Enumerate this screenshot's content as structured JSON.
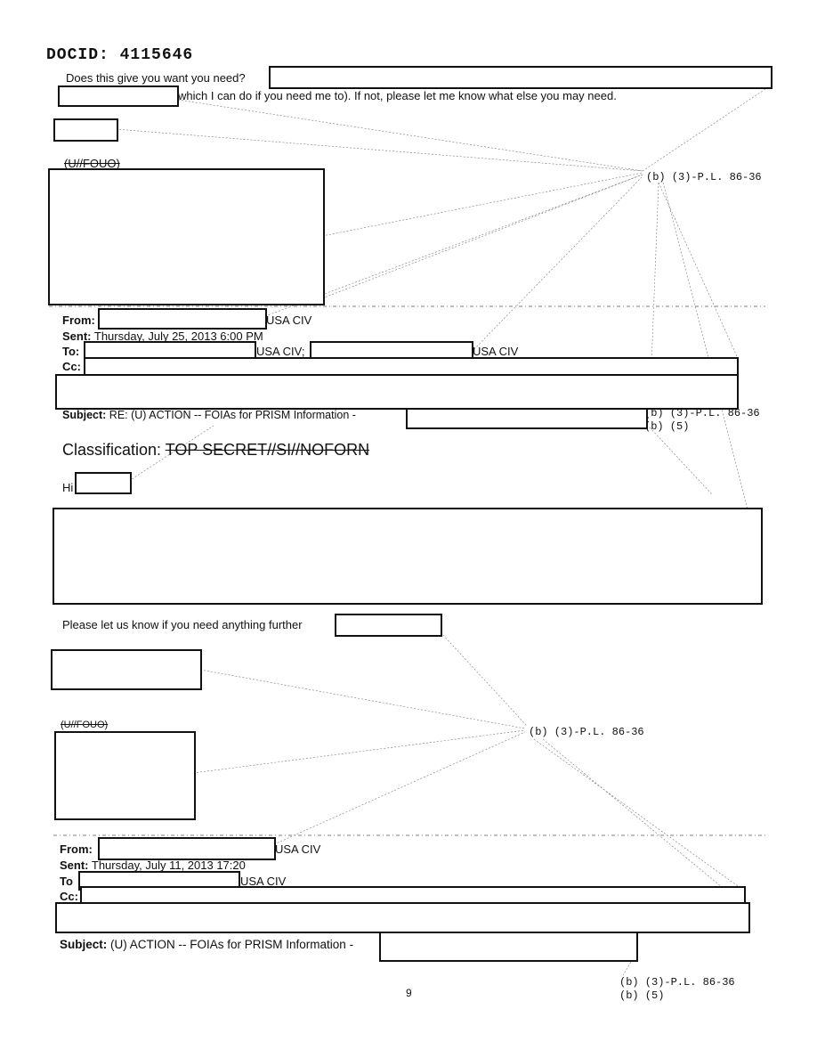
{
  "docid": "DOCID:  4115646",
  "top_email": {
    "question": "Does this give you want you need?",
    "followup": "which I can do if you need me to).  If not, please let me know what else you may need.",
    "marking": "(U//FOUO)"
  },
  "exemptions": {
    "e1": "(b) (3)-P.L. 86-36",
    "e2_line1": "(b) (3)-P.L. 86-36",
    "e2_line2": "(b) (5)",
    "e3": "(b) (3)-P.L. 86-36",
    "e4_line1": "(b) (3)-P.L. 86-36",
    "e4_line2": "(b) (5)"
  },
  "header1": {
    "from_label": "From:",
    "from_suffix": "USA CIV",
    "sent_label": "Sent:",
    "sent_value": "Thursday, July 25, 2013 6:00 PM",
    "to_label": "To:",
    "to_suffix1": "USA CIV;",
    "to_suffix2": "USA CIV",
    "cc_label": "Cc:",
    "subject_label": "Subject:",
    "subject_value": "RE: (U) ACTION -- FOIAs for PRISM Information -"
  },
  "body1": {
    "classification_label": "Classification:",
    "classification_value": "TOP SECRET//SI//NOFORN",
    "greeting": "Hi",
    "closing": "Please let us know if you need anything further",
    "marking": "(U//FOUO)"
  },
  "header2": {
    "from_label": "From:",
    "from_suffix": "USA CIV",
    "sent_label": "Sent:",
    "sent_value": "Thursday, July 11, 2013 17:20",
    "to_label": "To",
    "to_suffix": "USA CIV",
    "cc_label": "Cc:",
    "subject_label": "Subject:",
    "subject_value": "(U) ACTION -- FOIAs for PRISM Information -"
  },
  "page_number": "9"
}
